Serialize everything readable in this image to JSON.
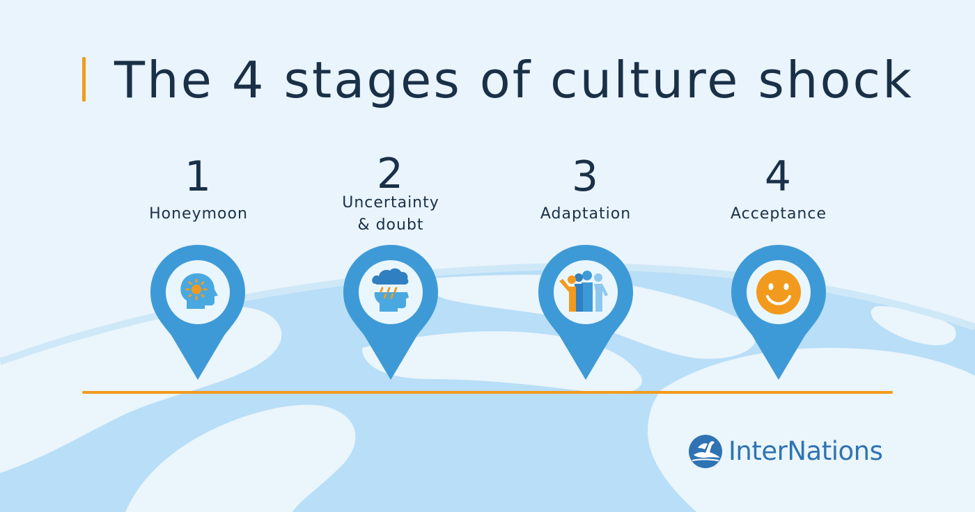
{
  "title": "The 4 stages of culture shock",
  "colors": {
    "background": "#e9f4fc",
    "map_land": "#b9def7",
    "map_light": "#ffffff",
    "pin": "#3e9ad6",
    "pin_inner": "#eaf6fd",
    "icon_blue": "#4aa8e0",
    "accent": "#f29a1d",
    "text_dark": "#1a3047",
    "logo": "#2f73b2"
  },
  "stages": [
    {
      "number": "1",
      "label_lines": [
        "Honeymoon"
      ],
      "icon": "head-sun-icon"
    },
    {
      "number": "2",
      "label_lines": [
        "Uncertainty",
        "& doubt"
      ],
      "icon": "head-cloud-rain-icon"
    },
    {
      "number": "3",
      "label_lines": [
        "Adaptation"
      ],
      "icon": "group-of-people-icon"
    },
    {
      "number": "4",
      "label_lines": [
        "Acceptance"
      ],
      "icon": "smiley-face-icon"
    }
  ],
  "logo": {
    "name": "InterNations",
    "icon": "stork-bird-icon"
  }
}
